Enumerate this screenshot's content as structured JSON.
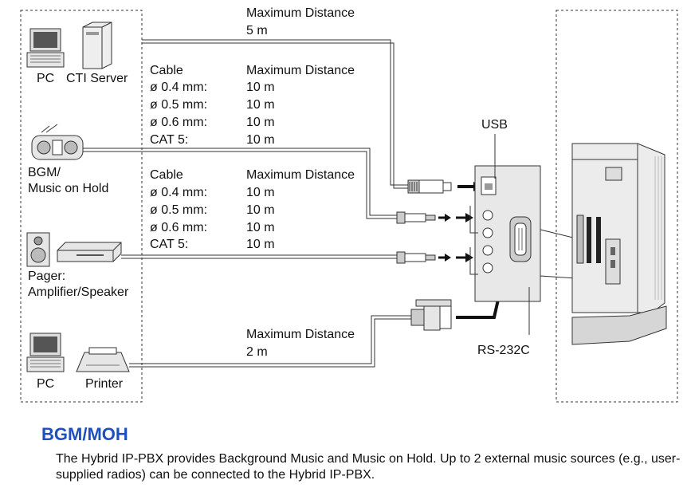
{
  "devices": {
    "pc_top": "PC",
    "cti_server": "CTI Server",
    "bgm_line1": "BGM/",
    "bgm_line2": "Music on Hold",
    "pager_line1": "Pager:",
    "pager_line2": "Amplifier/Speaker",
    "pc_bottom": "PC",
    "printer": "Printer"
  },
  "usb_spec": {
    "header": "Maximum Distance",
    "value": "5 m"
  },
  "bgm_spec": {
    "col1_header": "Cable",
    "col2_header": "Maximum Distance",
    "rows": [
      {
        "cable": "ø 0.4 mm:",
        "distance": "10 m"
      },
      {
        "cable": "ø 0.5 mm:",
        "distance": "10 m"
      },
      {
        "cable": "ø 0.6 mm:",
        "distance": "10 m"
      },
      {
        "cable": "CAT 5:",
        "distance": "10 m"
      }
    ]
  },
  "pager_spec": {
    "col1_header": "Cable",
    "col2_header": "Maximum Distance",
    "rows": [
      {
        "cable": "ø 0.4 mm:",
        "distance": "10 m"
      },
      {
        "cable": "ø 0.5 mm:",
        "distance": "10 m"
      },
      {
        "cable": "ø 0.6 mm:",
        "distance": "10 m"
      },
      {
        "cable": "CAT 5:",
        "distance": "10 m"
      }
    ]
  },
  "rs232_spec": {
    "header": "Maximum Distance",
    "value": "2 m"
  },
  "ports": {
    "usb": "USB",
    "rs232": "RS-232C"
  },
  "section": {
    "title": "BGM/MOH",
    "body": "The Hybrid IP-PBX provides Background Music and Music on Hold. Up to 2 external music sources (e.g., user-supplied radios) can be connected to the Hybrid IP-PBX."
  },
  "colors": {
    "heading": "#1f4fbf"
  }
}
